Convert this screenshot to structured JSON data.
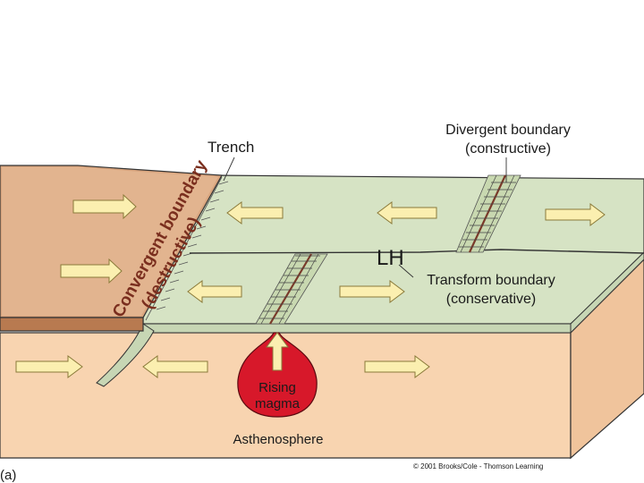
{
  "labels": {
    "trench": "Trench",
    "divergent_line1": "Divergent boundary",
    "divergent_line2": "(constructive)",
    "convergent_line1": "Convergent boundary",
    "convergent_line2": "(destructive)",
    "transform_line1": "Transform boundary",
    "transform_line2": "(conservative)",
    "lh": "LH",
    "magma_line1": "Rising",
    "magma_line2": "magma",
    "asthenosphere": "Asthenosphere",
    "figure_tag": "(a)",
    "copyright": "© 2001 Brooks/Cole - Thomson Learning"
  },
  "colors": {
    "brown_plate_top": "#d9a57e",
    "brown_plate_side": "#b87a50",
    "green_plate_top": "#d6e3c4",
    "green_plate_side": "#c7d6b4",
    "asthenosphere": "#f8d4b0",
    "asthenosphere_side": "#f0c49c",
    "magma": "#d7182a",
    "arrow_fill": "#fbefb0",
    "arrow_stroke": "#8a7a3a",
    "outline": "#333333"
  }
}
